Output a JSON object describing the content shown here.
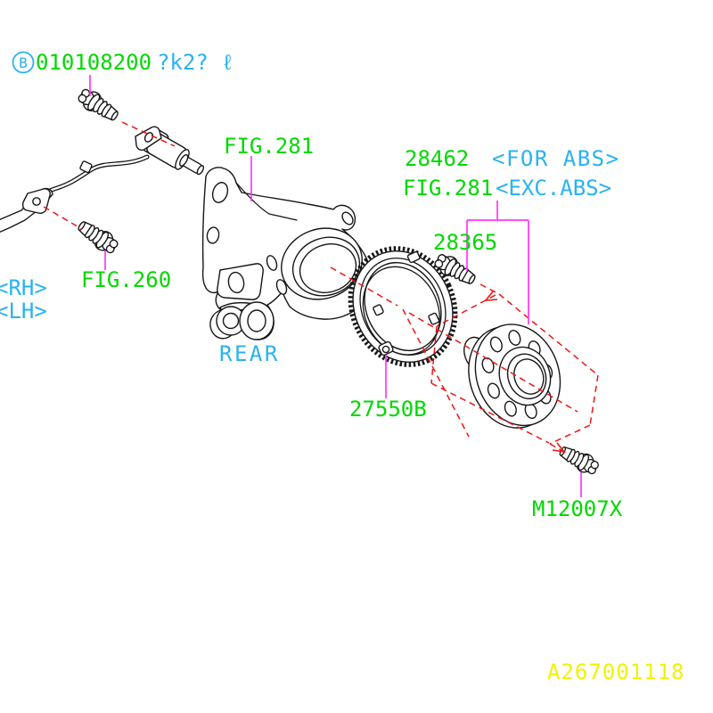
{
  "title_row": {
    "badge": "B",
    "part_number": "010108200",
    "suffix": "?k2? ℓ"
  },
  "labels": {
    "knuckle_fig": "FIG.281",
    "hub_part": "28462",
    "hub_variant_abs": "<FOR ABS>",
    "hub_fig": "FIG.281",
    "hub_variant_exc": "<EXC.ABS>",
    "wheel_stud_part": "28365",
    "link_fig": "FIG.260",
    "side_rh": "<RH>",
    "side_lh": "<LH>",
    "orientation": "REAR",
    "tone_ring_part": "27550B",
    "hub_bolt_part": "M12007X"
  },
  "footer": {
    "doc_number": "A267001118"
  },
  "colors": {
    "part_label": "#00d800",
    "reference_label": "#29b2f2",
    "leader_line": "#ff35ff",
    "assembly_line": "#f01414",
    "doc_number": "#f2f200",
    "outline": "#161616"
  }
}
